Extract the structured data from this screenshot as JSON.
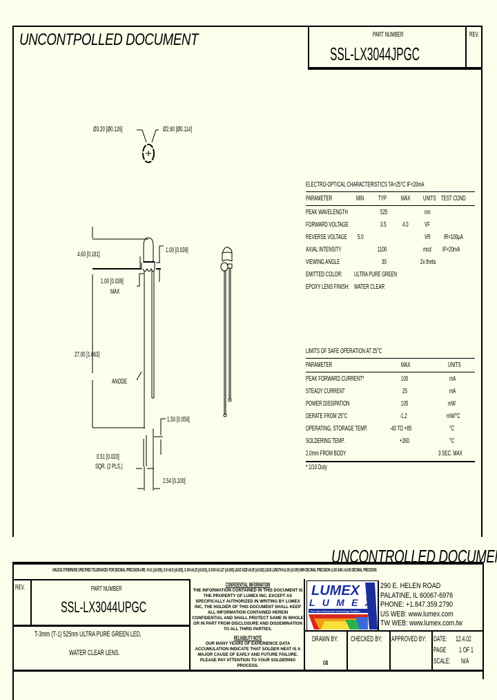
{
  "header": {
    "watermark": "UNCONTPOLLED DOCUMENT",
    "part_number_label": "PART NUMBER",
    "part_number": "SSL-LX3044JPGC",
    "rev_label": "REV."
  },
  "top_view": {
    "dim_left": "Ø3.20 [Ø0.126]",
    "dim_right": "Ø2.90 [Ø0.114]"
  },
  "side_view": {
    "dim_height": "4.60 [0.181]",
    "dim_flange": "1.00 [0.039]",
    "dim_flange_max": "1.00 [0.039]",
    "max_label": "MAX",
    "dim_lead_length": "27.00 [1.063]",
    "anode_label": "ANODE",
    "dim_lead_offset": "1.50 [0.059]",
    "dim_lead_sq": "0.51 [0.020]",
    "sq_label": "SQR. (2 PLS.)",
    "dim_pitch": "2.54 [0.100]"
  },
  "electro_optical": {
    "title": "ELECTRO-OPTICAL CHARACTERISTICS TA=25°C    IF=20mA",
    "headers": [
      "PARAMETER",
      "MIN",
      "TYP",
      "MAX",
      "UNITS",
      "TEST COND"
    ],
    "rows": [
      [
        "PEAK WAVELENGTH",
        "",
        "525",
        "",
        "nm",
        ""
      ],
      [
        "FORWARD VOLTAGE",
        "",
        "3.5",
        "4.0",
        "VF",
        ""
      ],
      [
        "REVERSE VOLTAGE",
        "5.0",
        "",
        "",
        "VR",
        "IR=100µA"
      ],
      [
        "AXIAL INTENSITY",
        "",
        "1100",
        "",
        "mcd",
        "IF=20mA"
      ],
      [
        "VIEWING ANGLE",
        "",
        "30",
        "",
        "2x theta",
        ""
      ]
    ],
    "emitted_color_label": "EMITTED COLOR:",
    "emitted_color": "ULTRA PURE GREEN",
    "lens_finish_label": "EPOXY LENS FINISH:",
    "lens_finish": "WATER CLEAR"
  },
  "safe_operation": {
    "title": "LIMITS OF SAFE OPERATION AT 25°C",
    "headers": [
      "PARAMETER",
      "MAX",
      "UNITS"
    ],
    "rows": [
      [
        "PEAK FORWARD CURRENT*",
        "100",
        "mA"
      ],
      [
        "STEADY CURRENT",
        "25",
        "mA"
      ],
      [
        "POWER DISSIPATION",
        "105",
        "mW"
      ],
      [
        "DERATE FROM 25°C",
        "-1.2",
        "mW/°C"
      ],
      [
        "OPERATING, STORAGE TEMP.",
        "-40 TO +85",
        "°C"
      ],
      [
        "SOLDERING TEMP.",
        "+260",
        "°C"
      ],
      [
        "2.0mm FROM BODY",
        "",
        "3 SEC. MAX"
      ]
    ],
    "footnote": "* 1/10 Duty"
  },
  "footer": {
    "watermark": "UNCONTROLLED DOCUMENT",
    "tolerance_note": "UNLESS OTHERWISE SPECIFIED TOLERANCES FOR DECIMAL PRECISION ARE: X=±1 [±0.039], X.X=±0.5 [±0.020], X.XX=±0.25 [±0.010], X.XXX=±0.127 [±0.005]   LEAD SIZE=±0.05 [±0.002]   LEAD LENGTH=±1.00 [±0.039]   MM=DECIMAL PRECISION ±1.00   ANG.=±0.00 DECIMAL PRECISION"
  },
  "title_block": {
    "rev_label": "REV.",
    "part_number_label": "PART NUMBER",
    "part_number": "SSL-LX3044UPGC",
    "description_line1": "T-3mm (T-1) 525nm ULTRA PURE GREEN LED,",
    "description_line2": "WATER CLEAR LENS.",
    "confidential_title": "CONFIDENTIAL INFORMATION",
    "confidential_text": "THE INFORMATION CONTAINED IN THIS DOCUMENT IS THE PROPERTY OF LUMEX INC. EXCEPT AS SPECIFICALLY AUTHORIZED IN WRITING BY LUMEX INC, THE HOLDER OF THIS DOCUMENT SHALL KEEP ALL INFORMATION CONTAINED HEREIN CONFIDENTIAL AND SHALL PROTECT SAME IN WHOLE OR IN PART FROM DISCLOSURE AND DISSEMINATION TO ALL THIRD PARTIES.",
    "reliability_title": "RELIABILITY NOTE",
    "reliability_text": "OUR MANY YEARS OF EXPERIENCE DATA ACCUMULATION INDICATE THAT SOLDER HEAT IS A MAJOR CAUSE OF EARLY AND FUTURE FAILURE. PLEASE PAY ATTENTION TO YOUR SOLDERING PROCESS.",
    "logo_text": "LUMEX",
    "logo_tagline": "The Opto-Electronic Technology Solution",
    "address_lines": [
      "290 E. HELEN ROAD",
      "PALATINE, IL  60067-6976",
      "PHONE: +1.847.359.2790",
      "US WEB: www.lumex.com",
      "TW WEB: www.lumex.com.tw"
    ],
    "drawn_by_label": "DRAWN BY:",
    "drawn_by": "GB",
    "checked_by_label": "CHECKED BY:",
    "approved_by_label": "APPROVED BY:",
    "date_label": "DATE:",
    "date": "12.4.02",
    "page_label": "PAGE",
    "page": "1 OF 1",
    "scale_label": "SCALE:",
    "scale": "N/A"
  },
  "colors": {
    "background": "#fdfdec",
    "line": "#000000",
    "logo_blue": "#1a2f9c"
  }
}
